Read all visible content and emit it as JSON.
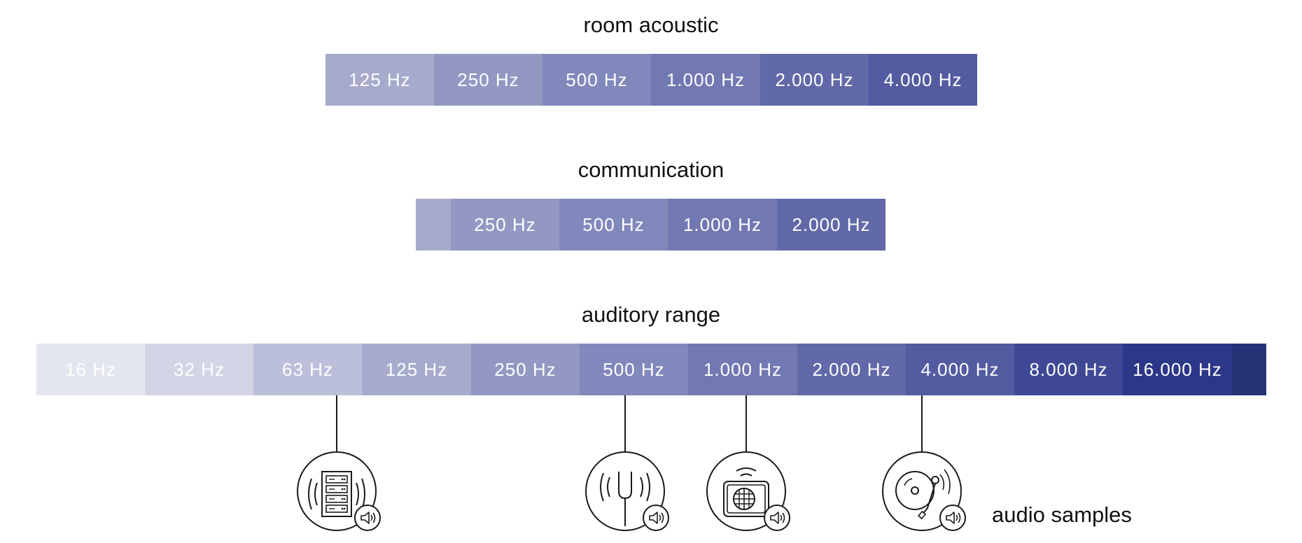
{
  "sections": {
    "room": {
      "title": "room acoustic"
    },
    "communication": {
      "title": "communication"
    },
    "auditory": {
      "title": "auditory range"
    }
  },
  "bands": {
    "room": [
      {
        "label": "125 Hz",
        "color": "#a6abcc"
      },
      {
        "label": "250 Hz",
        "color": "#9298c2"
      },
      {
        "label": "500 Hz",
        "color": "#8188bb"
      },
      {
        "label": "1.000 Hz",
        "color": "#7278b1"
      },
      {
        "label": "2.000 Hz",
        "color": "#6269a8"
      },
      {
        "label": "4.000 Hz",
        "color": "#535ca0"
      }
    ],
    "communication": [
      {
        "label": "",
        "color": "#a6abcc"
      },
      {
        "label": "250 Hz",
        "color": "#9298c2"
      },
      {
        "label": "500 Hz",
        "color": "#8188bb"
      },
      {
        "label": "1.000 Hz",
        "color": "#7278b1"
      },
      {
        "label": "2.000 Hz",
        "color": "#6269a8"
      }
    ],
    "auditory": [
      {
        "label": "16 Hz",
        "color": "#e4e6ef"
      },
      {
        "label": "32 Hz",
        "color": "#d3d5e6"
      },
      {
        "label": "63 Hz",
        "color": "#bcbfd9"
      },
      {
        "label": "125 Hz",
        "color": "#a6abcc"
      },
      {
        "label": "250 Hz",
        "color": "#9298c2"
      },
      {
        "label": "500 Hz",
        "color": "#8188bb"
      },
      {
        "label": "1.000 Hz",
        "color": "#7278b1"
      },
      {
        "label": "2.000 Hz",
        "color": "#6269a8"
      },
      {
        "label": "4.000 Hz",
        "color": "#535ca0"
      },
      {
        "label": "8.000 Hz",
        "color": "#3e4894"
      },
      {
        "label": "16.000 Hz",
        "color": "#2c3787"
      },
      {
        "label": "",
        "color": "#263276"
      }
    ]
  },
  "samples": [
    {
      "icon": "server-rack-icon",
      "band": "63 Hz"
    },
    {
      "icon": "tuning-fork-icon",
      "band": "500 Hz"
    },
    {
      "icon": "radio-icon",
      "band": "1.000 Hz"
    },
    {
      "icon": "turntable-icon",
      "band": "4.000 Hz"
    }
  ],
  "audio_samples_label": "audio samples"
}
